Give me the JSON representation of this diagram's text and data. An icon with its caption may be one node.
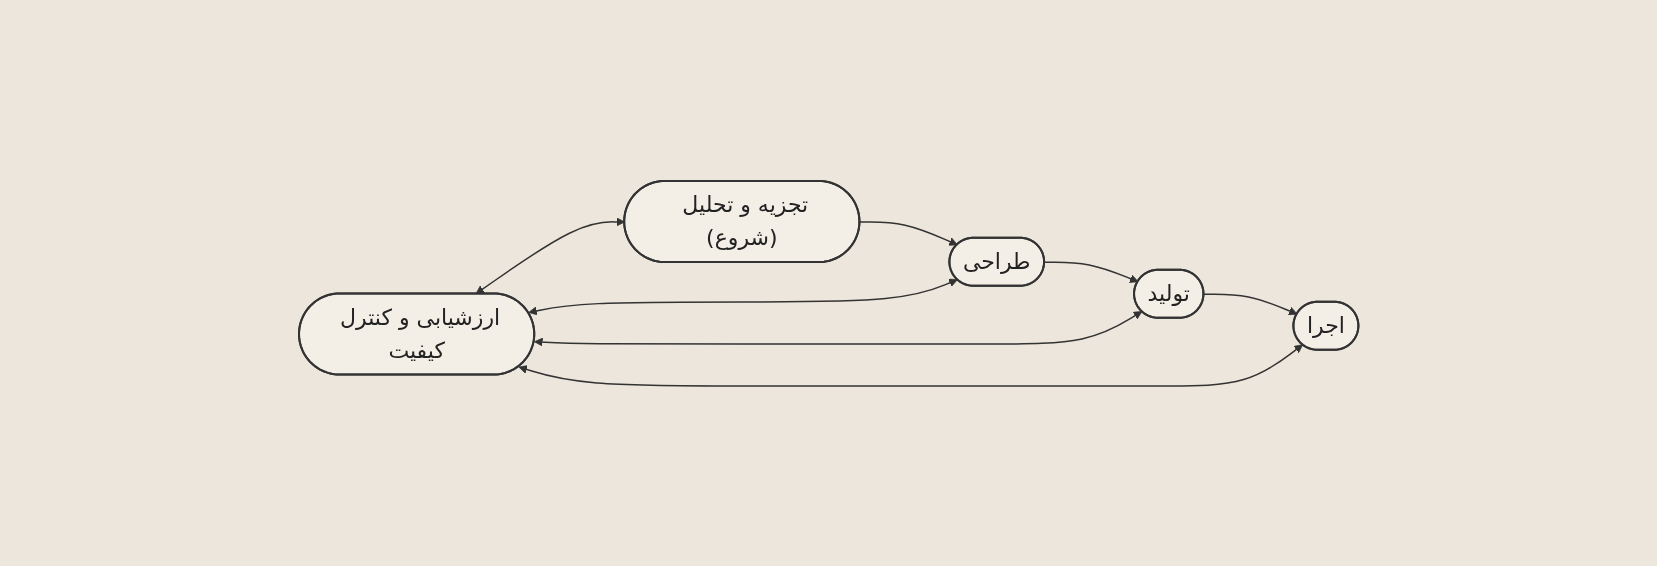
{
  "diagram": {
    "nodes": [
      {
        "text": [
          "تجزیه و تحلیل (شروع)"
        ]
      },
      {
        "text": [
          "طراحی"
        ]
      },
      {
        "text": [
          "ارزشیابی و کنترل کیفیت"
        ]
      },
      {
        "text": [
          "تولید"
        ]
      },
      {
        "text": [
          "اجرا"
        ]
      }
    ],
    "edges": [
      {
        "from": 0,
        "to": 1,
        "arrow": "to"
      },
      {
        "from": 1,
        "to": 3,
        "arrow": "to"
      },
      {
        "from": 3,
        "to": 4,
        "arrow": "to"
      },
      {
        "from": 2,
        "to": 0,
        "arrow": "both"
      },
      {
        "from": 2,
        "to": 1,
        "arrow": "both"
      },
      {
        "from": 2,
        "to": 3,
        "arrow": "both"
      },
      {
        "from": 2,
        "to": 4,
        "arrow": "both"
      }
    ]
  }
}
